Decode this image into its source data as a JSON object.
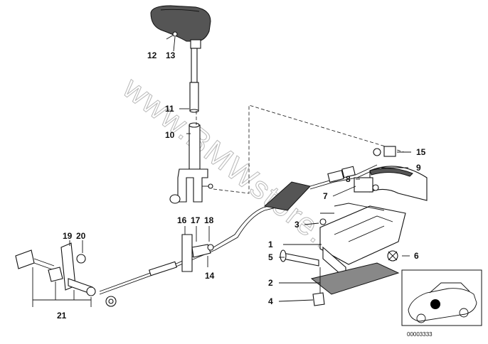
{
  "watermark": "www.BMWstore.ru",
  "reference_number": "00003333",
  "callouts": {
    "c1": "1",
    "c2": "2",
    "c3": "3",
    "c4": "4",
    "c5": "5",
    "c6": "6",
    "c7": "7",
    "c8": "8",
    "c9": "9",
    "c10": "10",
    "c11": "11",
    "c12": "12",
    "c13": "13",
    "c14": "14",
    "c15": "15",
    "c16": "16",
    "c17": "17",
    "c18": "18",
    "c19": "19",
    "c20": "20",
    "c21": "21"
  }
}
